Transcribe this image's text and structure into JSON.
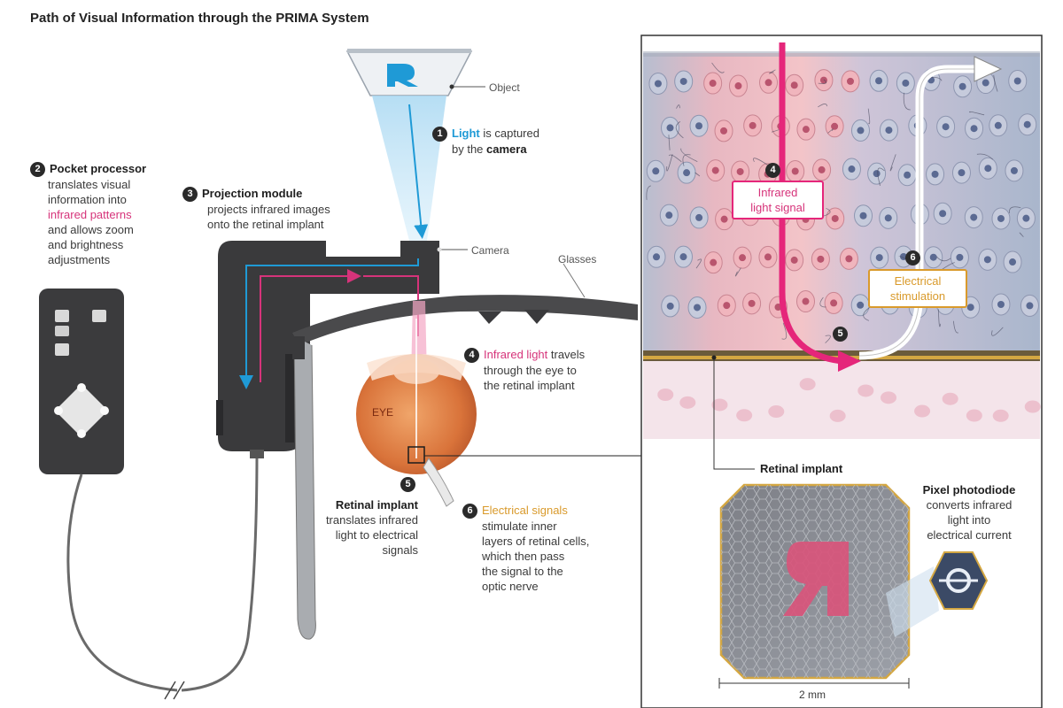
{
  "title": "Path of Visual Information through the PRIMA System",
  "labels": {
    "object": "Object",
    "camera": "Camera",
    "glasses": "Glasses",
    "eye": "EYE",
    "retinal_implant": "Retinal implant",
    "scale": "2 mm"
  },
  "steps": {
    "s1": {
      "num": "1",
      "a": "Light",
      "b": " is captured",
      "c": "by the ",
      "d": "camera"
    },
    "s2": {
      "num": "2",
      "head": "Pocket processor",
      "l1": "translates visual",
      "l2": "information into",
      "l3": "infrared patterns",
      "l4": "and allows zoom",
      "l5": "and brightness",
      "l6": "adjustments"
    },
    "s3": {
      "num": "3",
      "head": "Projection module",
      "l1": "projects infrared images",
      "l2": "onto the retinal implant"
    },
    "s4": {
      "num": "4",
      "a": "Infrared light",
      "b": " travels",
      "l2": "through the eye to",
      "l3": "the retinal implant"
    },
    "s5": {
      "num": "5",
      "head": "Retinal implant",
      "l1": "translates infrared",
      "l2": "light to electrical",
      "l3": "signals"
    },
    "s6": {
      "num": "6",
      "a": "Electrical signals",
      "l1": "stimulate inner",
      "l2": "layers of retinal cells,",
      "l3": "which then pass",
      "l4": "the signal to the",
      "l5": "optic nerve"
    }
  },
  "inset": {
    "n4": "4",
    "infrared_l1": "Infrared",
    "infrared_l2": "light signal",
    "n5": "5",
    "n6": "6",
    "stim_l1": "Electrical",
    "stim_l2": "stimulation"
  },
  "pixel": {
    "head": "Pixel photodiode",
    "l1": "converts infrared",
    "l2": "light into",
    "l3": "electrical current"
  },
  "colors": {
    "pink": "#d6337a",
    "blue": "#1f9ad6",
    "gold": "#d99a2b",
    "device": "#3a3a3a"
  }
}
